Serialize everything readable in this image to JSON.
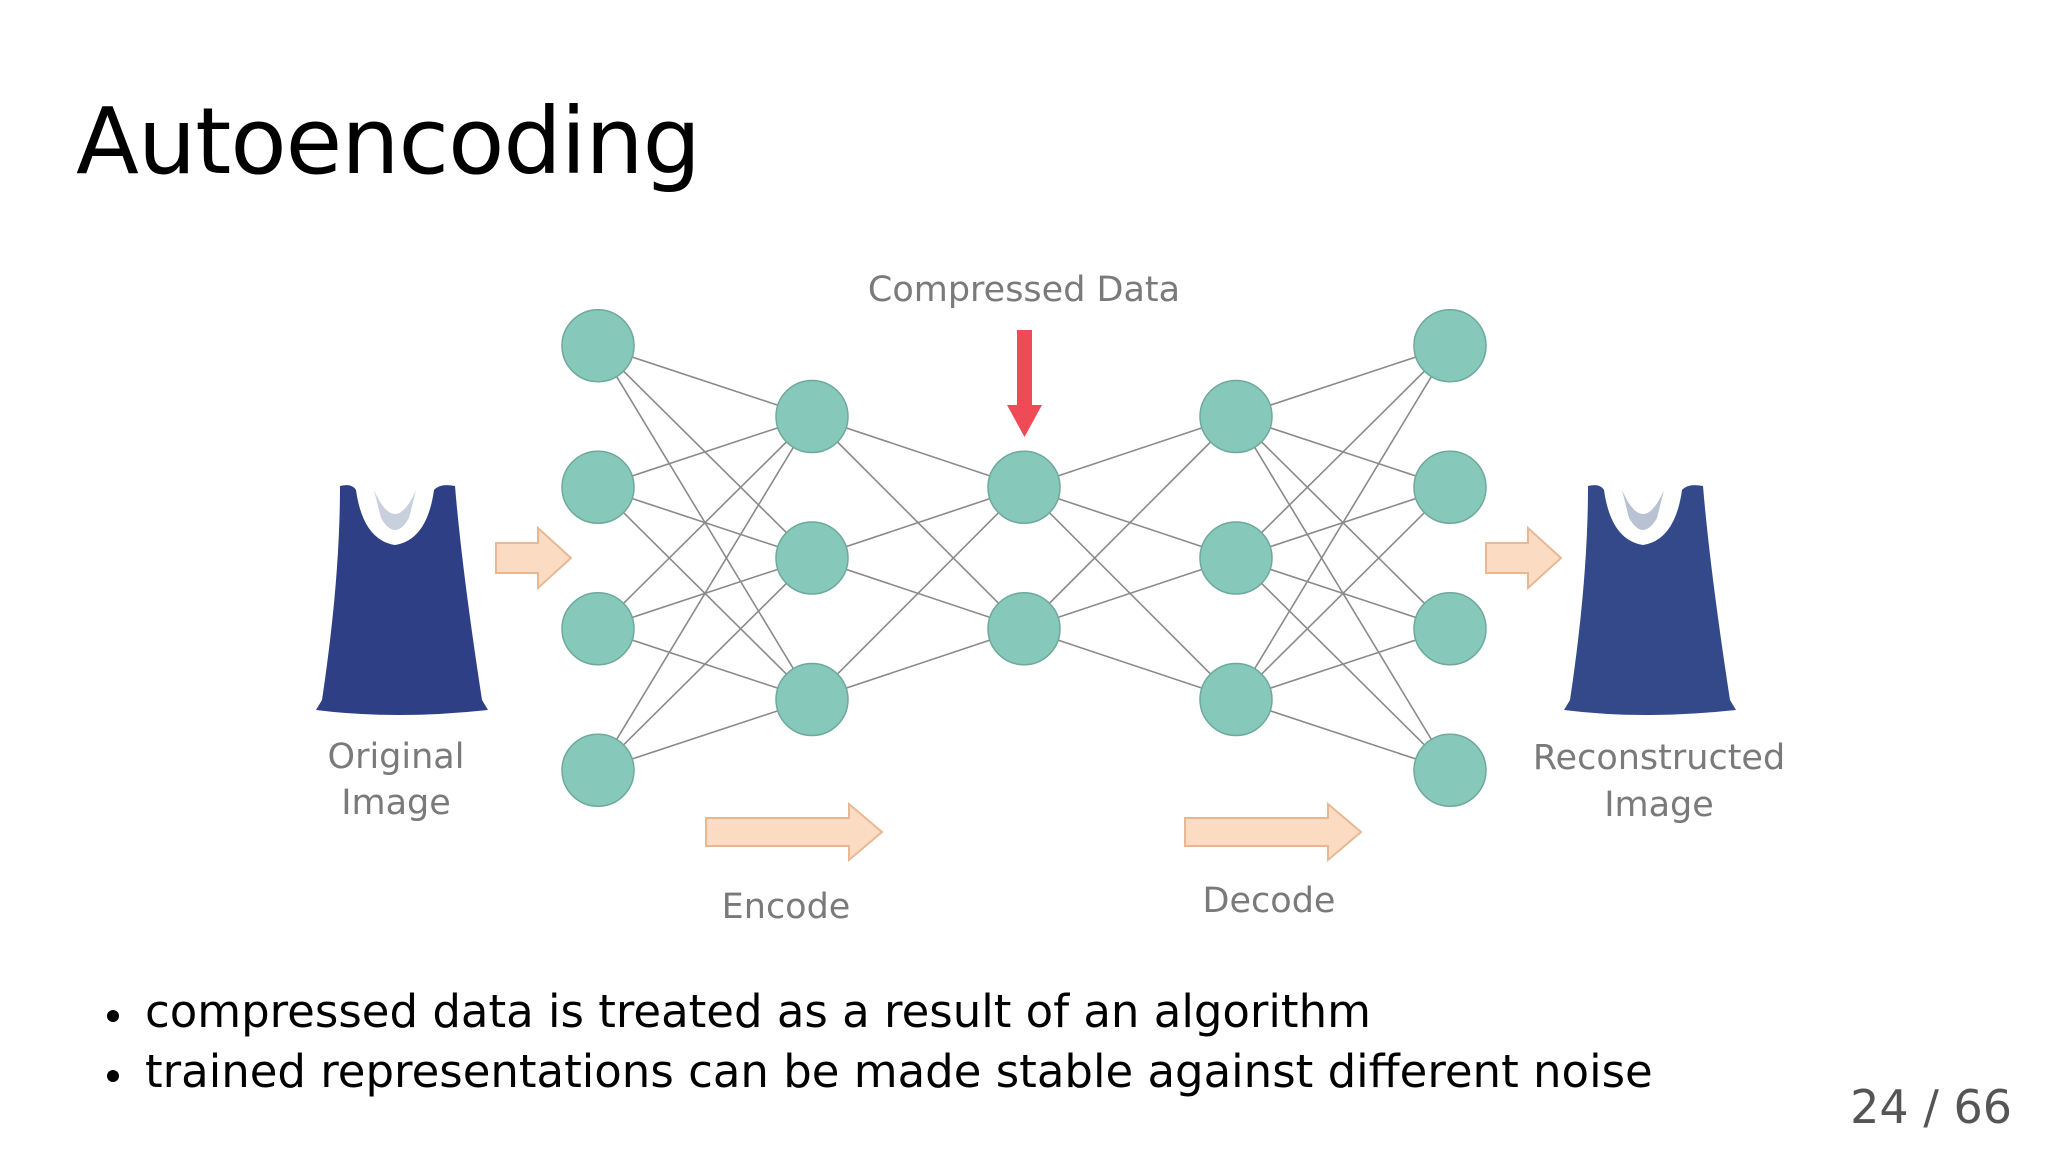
{
  "slide": {
    "title": "Autoencoding",
    "page_current": "24",
    "page_total": "66",
    "page_separator": "/"
  },
  "diagram": {
    "labels": {
      "compressed": "Compressed Data",
      "original_line1": "Original",
      "original_line2": "Image",
      "reconstructed_line1": "Reconstructed",
      "reconstructed_line2": "Image",
      "encode": "Encode",
      "decode": "Decode"
    },
    "layer_sizes": [
      4,
      3,
      2,
      3,
      4
    ],
    "colors": {
      "node_fill": "#86c9ba",
      "node_stroke": "#6ea99c",
      "edge": "#8a8a8a",
      "flow_arrow_fill": "#fbdcc2",
      "flow_arrow_stroke": "#e8b894",
      "marker_arrow": "#ef4b57",
      "shirt_original": "#2f3f86",
      "shirt_reconstructed": "#34498a"
    }
  },
  "bullets": [
    "compressed data is treated as a result of an algorithm",
    "trained representations can be made stable against different noise"
  ]
}
